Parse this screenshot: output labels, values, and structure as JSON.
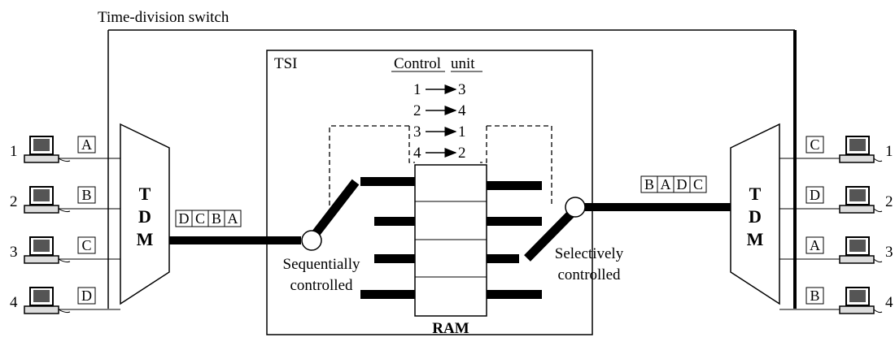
{
  "title": "Time-division switch",
  "tsi_label": "TSI",
  "control_unit": {
    "title": "Control unit",
    "title_part1": "Control",
    "title_part2": "unit",
    "mappings": [
      {
        "from": "1",
        "to": "3"
      },
      {
        "from": "2",
        "to": "4"
      },
      {
        "from": "3",
        "to": "1"
      },
      {
        "from": "4",
        "to": "2"
      }
    ]
  },
  "ram_label": "RAM",
  "tdm_label": [
    "T",
    "D",
    "M"
  ],
  "left_computers": [
    {
      "num": "1",
      "letter": "A"
    },
    {
      "num": "2",
      "letter": "B"
    },
    {
      "num": "3",
      "letter": "C"
    },
    {
      "num": "4",
      "letter": "D"
    }
  ],
  "right_computers": [
    {
      "num": "1",
      "letter": "C"
    },
    {
      "num": "2",
      "letter": "D"
    },
    {
      "num": "3",
      "letter": "A"
    },
    {
      "num": "4",
      "letter": "B"
    }
  ],
  "input_frame": [
    "D",
    "C",
    "B",
    "A"
  ],
  "output_frame": [
    "B",
    "A",
    "D",
    "C"
  ],
  "left_switch_label": [
    "Sequentially",
    "controlled"
  ],
  "right_switch_label": [
    "Selectively",
    "controlled"
  ]
}
